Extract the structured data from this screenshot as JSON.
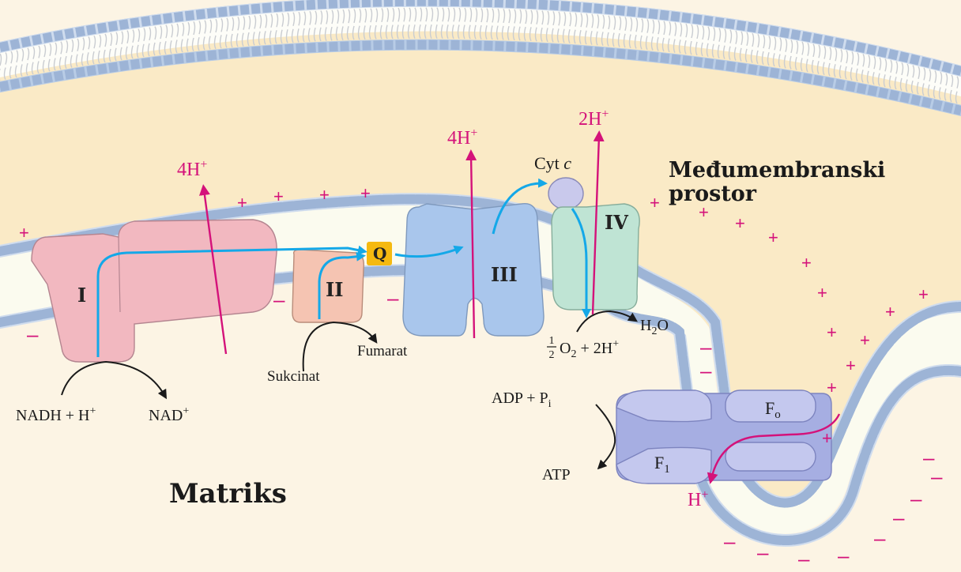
{
  "regions": {
    "intermembrane_line1": "Međumembranski",
    "intermembrane_line2": "prostor",
    "matrix": "Matriks"
  },
  "complexes": {
    "I": "I",
    "II": "II",
    "III": "III",
    "IV": "IV",
    "Q": "Q",
    "cyt_c": "Cyt c",
    "F0": "F",
    "F0_sub": "o",
    "F1": "F",
    "F1_sub": "1"
  },
  "protons": {
    "complex_I": "4H",
    "complex_III": "4H",
    "complex_IV": "2H",
    "atp_synthase": "H",
    "sup": "+"
  },
  "substrates": {
    "nadh": "NADH + H",
    "nad": "NAD",
    "succinate": "Sukcinat",
    "fumarate": "Fumarat",
    "water": "H",
    "water_sub": "2",
    "water_o": "O",
    "oxygen_half_num": "1",
    "oxygen_half_den": "2",
    "oxygen_o": "O",
    "oxygen_sub": "2",
    "oxygen_rest": "+ 2H",
    "adp": "ADP + P",
    "adp_sub": "i",
    "atp": "ATP"
  },
  "charges": {
    "plus": "+",
    "minus": "–"
  },
  "colors": {
    "background_matrix": "#fcf4e4",
    "intermembrane": "#faeac6",
    "membrane_head": "#b8cce6",
    "complex_I": "#f2b8c0",
    "complex_II": "#f5c4b2",
    "complex_III": "#a9c6ec",
    "complex_IV": "#bfe4d4",
    "atp_synthase": "#c4c8ee",
    "electron_arrow": "#14a8e8",
    "proton_arrow": "#d4127a",
    "ubiquinone": "#f5b910"
  }
}
